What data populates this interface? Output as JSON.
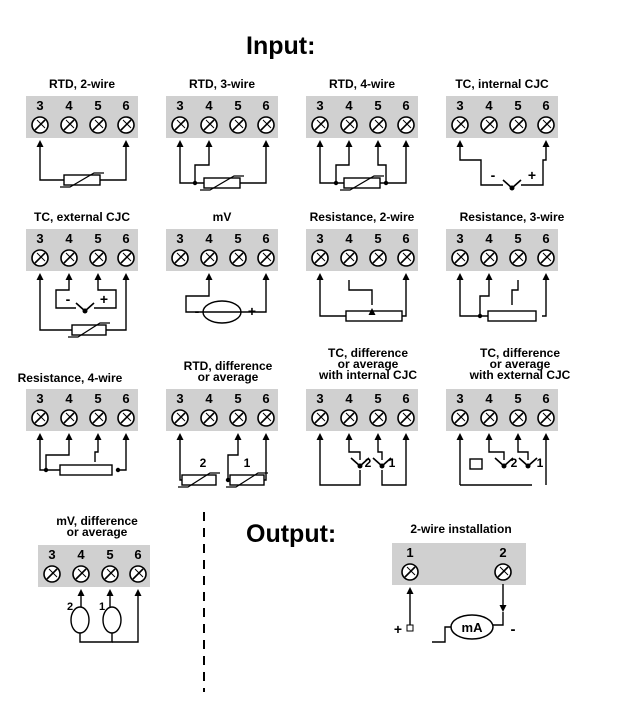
{
  "headings": {
    "input": "Input:",
    "output": "Output:"
  },
  "terminal_numbers": [
    "3",
    "4",
    "5",
    "6"
  ],
  "output_terminal_numbers": [
    "1",
    "2"
  ],
  "blocks": [
    {
      "title": "RTD, 2-wire"
    },
    {
      "title": "RTD, 3-wire"
    },
    {
      "title": "RTD, 4-wire"
    },
    {
      "title": "TC, internal CJC"
    },
    {
      "title": "TC, external CJC"
    },
    {
      "title": "mV"
    },
    {
      "title": "Resistance, 2-wire"
    },
    {
      "title": "Resistance, 3-wire"
    },
    {
      "title": "Resistance, 4-wire"
    },
    {
      "title": "RTD, difference\nor average"
    },
    {
      "title": "TC, difference\nor average\nwith internal CJC"
    },
    {
      "title": "TC, difference\nor average\nwith external CJC"
    },
    {
      "title": "mV, difference\nor average"
    }
  ],
  "output_block": {
    "title": "2-wire installation",
    "meter_label": "mA"
  },
  "symbols": {
    "plus": "+",
    "minus": "-",
    "sensor_1": "1",
    "sensor_2": "2"
  }
}
